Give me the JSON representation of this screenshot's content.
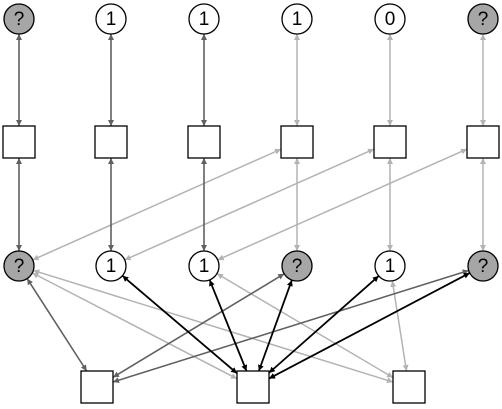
{
  "colors": {
    "background": "#ffffff",
    "unknown_fill": "#a6a6a6",
    "known_fill": "#ffffff",
    "stroke": "#000000",
    "edge_dark": "#000000",
    "edge_medium": "#606060",
    "edge_light": "#b3b3b3"
  },
  "top_nodes": [
    {
      "label": "?",
      "state": "unknown"
    },
    {
      "label": "1",
      "state": "known"
    },
    {
      "label": "1",
      "state": "known"
    },
    {
      "label": "1",
      "state": "known"
    },
    {
      "label": "0",
      "state": "known"
    },
    {
      "label": "?",
      "state": "unknown"
    }
  ],
  "middle_nodes": [
    {
      "label": "?",
      "state": "unknown"
    },
    {
      "label": "1",
      "state": "known"
    },
    {
      "label": "1",
      "state": "known"
    },
    {
      "label": "?",
      "state": "unknown"
    },
    {
      "label": "1",
      "state": "known"
    },
    {
      "label": "?",
      "state": "unknown"
    }
  ],
  "factor_rows": {
    "upper_count": 6,
    "lower_count": 3
  },
  "edges": {
    "top_to_upper_factor": [
      {
        "index": 0,
        "shade": "medium"
      },
      {
        "index": 1,
        "shade": "medium"
      },
      {
        "index": 2,
        "shade": "medium"
      },
      {
        "index": 3,
        "shade": "light"
      },
      {
        "index": 4,
        "shade": "light"
      },
      {
        "index": 5,
        "shade": "light"
      }
    ],
    "upper_factor_to_middle": [
      {
        "factor": 0,
        "node": 0,
        "shade": "medium"
      },
      {
        "factor": 1,
        "node": 1,
        "shade": "medium"
      },
      {
        "factor": 2,
        "node": 2,
        "shade": "medium"
      },
      {
        "factor": 3,
        "node": 3,
        "shade": "light"
      },
      {
        "factor": 4,
        "node": 4,
        "shade": "light"
      },
      {
        "factor": 5,
        "node": 5,
        "shade": "light"
      },
      {
        "factor": 3,
        "node": 0,
        "shade": "light"
      },
      {
        "factor": 4,
        "node": 1,
        "shade": "light"
      },
      {
        "factor": 5,
        "node": 2,
        "shade": "light"
      }
    ],
    "middle_to_lower_factor": [
      {
        "node": 0,
        "factor": 0,
        "shade": "medium"
      },
      {
        "node": 0,
        "factor": 1,
        "shade": "light"
      },
      {
        "node": 0,
        "factor": 2,
        "shade": "light"
      },
      {
        "node": 1,
        "factor": 1,
        "shade": "dark"
      },
      {
        "node": 2,
        "factor": 1,
        "shade": "dark"
      },
      {
        "node": 2,
        "factor": 2,
        "shade": "light"
      },
      {
        "node": 3,
        "factor": 0,
        "shade": "medium"
      },
      {
        "node": 3,
        "factor": 1,
        "shade": "dark"
      },
      {
        "node": 4,
        "factor": 1,
        "shade": "dark"
      },
      {
        "node": 4,
        "factor": 2,
        "shade": "light"
      },
      {
        "node": 5,
        "factor": 0,
        "shade": "medium"
      },
      {
        "node": 5,
        "factor": 1,
        "shade": "dark"
      }
    ]
  }
}
